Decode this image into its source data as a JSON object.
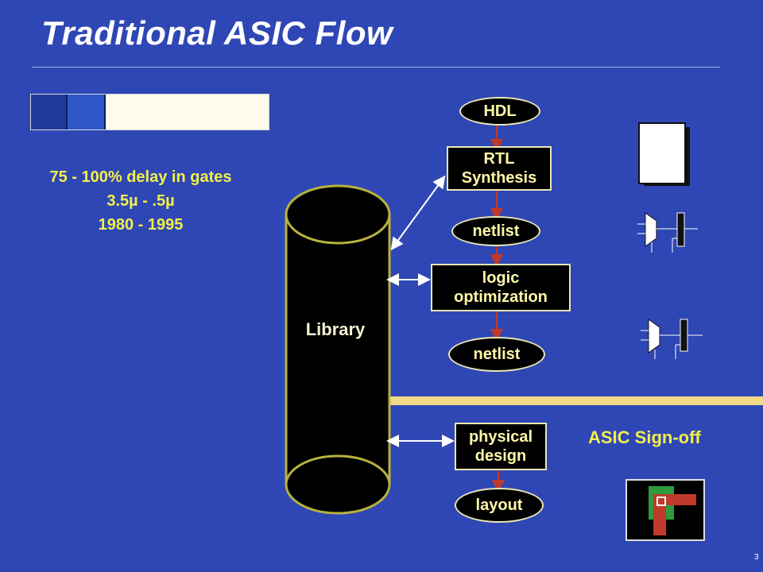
{
  "slide": {
    "title": "Traditional ASIC Flow",
    "page_number": "3"
  },
  "delay_bar": {
    "segment_colors": [
      "#1e3a9a",
      "#2d56c9",
      "#fffbea"
    ]
  },
  "stats": {
    "line1": "75 - 100% delay in gates",
    "line2": "3.5µ - .5µ",
    "line3": "1980 - 1995"
  },
  "library": {
    "label": "Library",
    "border_color": "#b7b23e"
  },
  "flow": {
    "hdl": "HDL",
    "rtl_line1": "RTL",
    "rtl_line2": "Synthesis",
    "netlist1": "netlist",
    "logic_line1": "logic",
    "logic_line2": "optimization",
    "netlist2": "netlist",
    "physical_line1": "physical",
    "physical_line2": "design",
    "layout": "layout"
  },
  "signoff": {
    "label": "ASIC Sign-off",
    "line_color": "#f4d98a"
  },
  "colors": {
    "background": "#2f47b4",
    "text_yellow": "#f2ef4a",
    "flow_arrow": "#c0392b",
    "library_arrow": "#ffffff"
  }
}
